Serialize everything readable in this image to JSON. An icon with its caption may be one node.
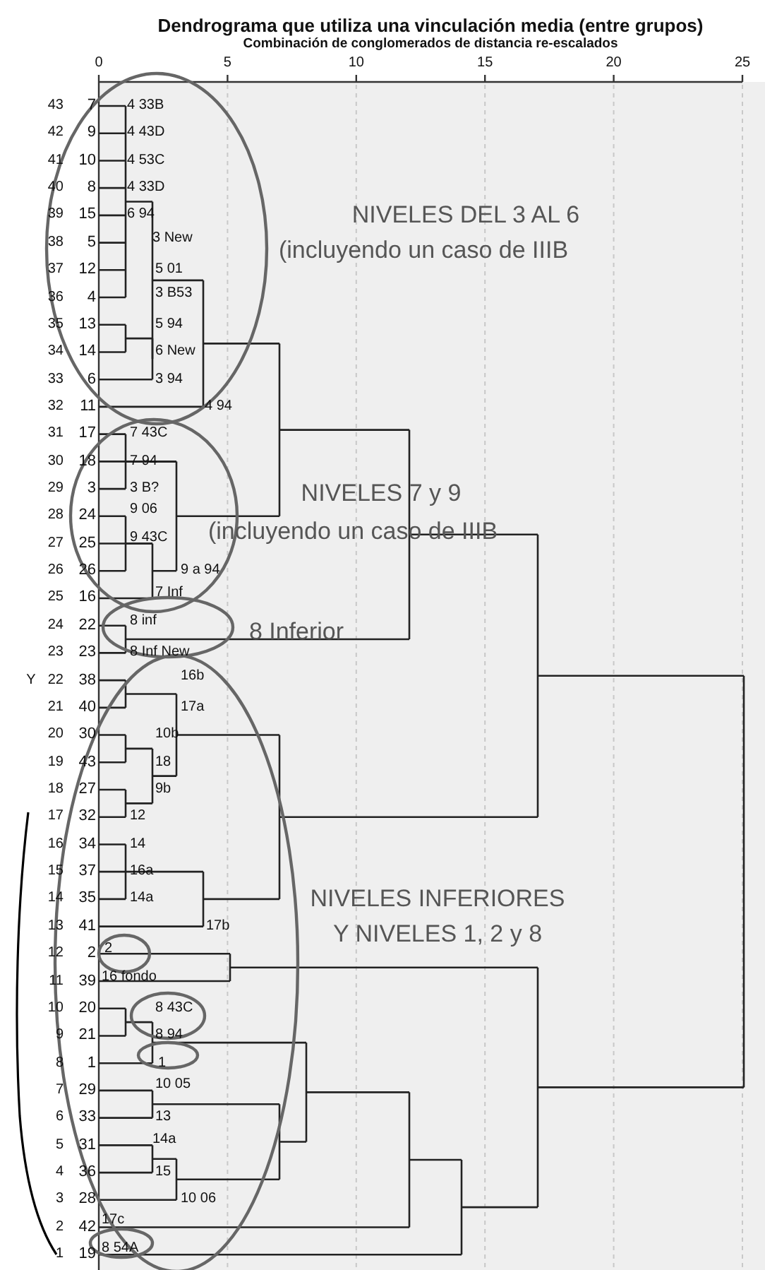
{
  "diagram": {
    "title": "Dendrograma que utiliza una vinculación media (entre grupos)",
    "labels": [
      "Combinación de conglomerados de distancia re-escalados",
      "0",
      "5",
      "10",
      "15",
      "20",
      "25",
      "43",
      "7",
      "4 33B",
      "42",
      "9",
      "4 43D",
      "41",
      "10",
      "4 53C",
      "40",
      "8",
      "4 33D",
      "39",
      "15",
      "6 94",
      "NIVELES DEL 3 AL 6",
      "38",
      "5",
      "3 New",
      "(incluyendo un caso de IIIB",
      "37",
      "12",
      "5 01",
      "36",
      "4",
      "3 B53",
      "35",
      "13",
      "5 94",
      "34",
      "14",
      "6 New",
      "33",
      "6",
      "3 94",
      "32",
      "11",
      "4 94",
      "31",
      "17",
      "7 43C",
      "30",
      "18",
      "7 94",
      "29",
      "3",
      "3 B?",
      "28",
      "24",
      "9 06",
      "NIVELES 7 y 9",
      "27",
      "25",
      "9 43C",
      "(incluyendo un caso de IIIB",
      "26",
      "26",
      "9 a 94",
      "25",
      "16",
      "7 Inf",
      "24",
      "22",
      "8 inf",
      "8 Inferior",
      "23",
      "23",
      "8 Inf New",
      "Y",
      "22",
      "38",
      "16b",
      "21",
      "40",
      "17a",
      "20",
      "30",
      "10b",
      "19",
      "43",
      "18",
      "18",
      "27",
      "9b",
      "17",
      "32",
      "12",
      "16",
      "34",
      "14",
      "15",
      "37",
      "16a",
      "14",
      "35",
      "14a",
      "13",
      "41",
      "17b",
      "NIVELES INFERIORES",
      "12",
      "2",
      "2",
      "Y NIVELES 1, 2 y 8",
      "11",
      "39",
      "16 fondo",
      "10",
      "20",
      "8 43C",
      "9",
      "21",
      "8 94",
      "8",
      "1",
      "1",
      "7",
      "29",
      "10 05",
      "6",
      "33",
      "13",
      "5",
      "31",
      "14a",
      "4",
      "36",
      "15",
      "3",
      "28",
      "10 06",
      "2",
      "42",
      "17c",
      "1",
      "19",
      "8 54A"
    ]
  }
}
